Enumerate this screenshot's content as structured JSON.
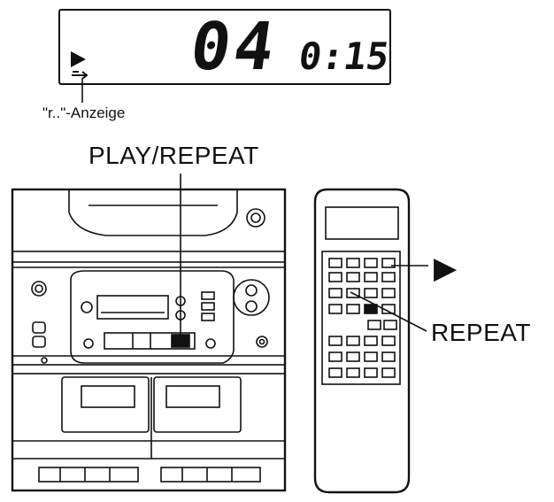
{
  "lcd": {
    "track": "04",
    "time": "0:15",
    "icons": [
      "play-icon",
      "repeat-icon"
    ]
  },
  "labels": {
    "indicator": "\"r..\"-Anzeige",
    "play_repeat": "PLAY/REPEAT",
    "play_symbol": "▶",
    "repeat": "REPEAT"
  }
}
